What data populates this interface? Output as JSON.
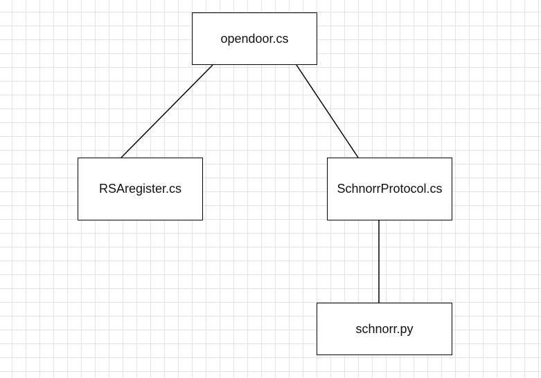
{
  "diagram": {
    "nodes": [
      {
        "id": "opendoor",
        "label": "opendoor.cs"
      },
      {
        "id": "rsaregister",
        "label": "RSAregister.cs"
      },
      {
        "id": "schnorrprotocol",
        "label": "SchnorrProtocol.cs"
      },
      {
        "id": "schnorrpy",
        "label": "schnorr.py"
      }
    ],
    "edges": [
      {
        "from": "opendoor",
        "to": "rsaregister"
      },
      {
        "from": "opendoor",
        "to": "schnorrprotocol"
      },
      {
        "from": "schnorrprotocol",
        "to": "schnorrpy"
      }
    ]
  }
}
